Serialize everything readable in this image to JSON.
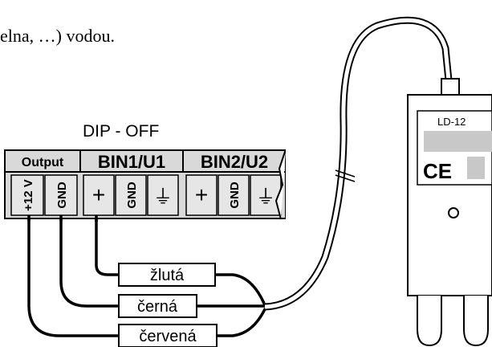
{
  "page_text": "elna, …) vodou.",
  "dip_label": "DIP - OFF",
  "terminal": {
    "groups": [
      "Output",
      "BIN1/U1",
      "BIN2/U2"
    ],
    "pins": [
      "+12 V",
      "GND",
      "+",
      "GND",
      "⏚",
      "+",
      "GND",
      "⏚"
    ]
  },
  "wires": [
    "žlutá",
    "černá",
    "červená"
  ],
  "sensor": {
    "model": "LD-12",
    "mark": "CE"
  }
}
